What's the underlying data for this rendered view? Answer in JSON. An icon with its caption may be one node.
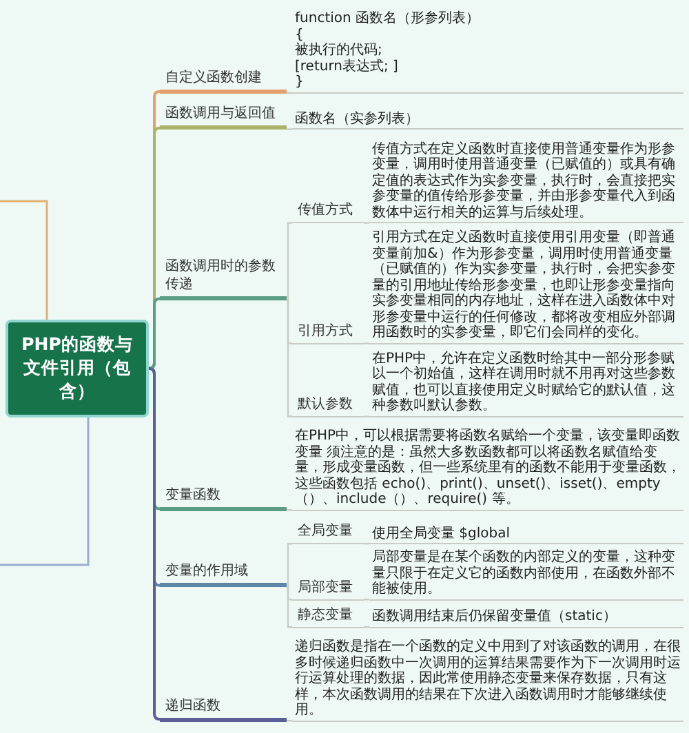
{
  "diagram": {
    "nodes": [
      {
        "text": [
          "PHP的函数与文件引用（包含）"
        ]
      },
      {
        "text": [
          "自定义函数创建"
        ]
      },
      {
        "text": [
          "function 函数名（形参列表）",
          "{",
          "被执行的代码;",
          "[return表达式; ]",
          "}"
        ]
      },
      {
        "text": [
          "函数调用与返回值"
        ]
      },
      {
        "text": [
          "函数名（实参列表）"
        ]
      },
      {
        "text": [
          "函数调用时的参数传递"
        ]
      },
      {
        "text": [
          "传值方式"
        ]
      },
      {
        "text": [
          "传值方式在定义函数时直接使用普通变量作为形参变量，调用时使用普通变量（已赋值的）或具有确定值的表达式作为实参变量，执行时，会直接把实参变量的值传给形参变量，并由形参变量代入到函数体中运行相关的运算与后续处理。"
        ]
      },
      {
        "text": [
          "引用方式"
        ]
      },
      {
        "text": [
          "引用方式在定义函数时直接使用引用变量（即普通变量前加&）作为形参变量，调用时使用普通变量（已赋值的）作为实参变量，执行时，会把实参变量的引用地址传给形参变量，也即让形参变量指向实参变量相同的内存地址，这样在进入函数体中对形参变量中运行的任何修改，都将改变相应外部调用函数时的实参变量，即它们会同样的变化。"
        ]
      },
      {
        "text": [
          "默认参数"
        ]
      },
      {
        "text": [
          "在PHP中，允许在定义函数时给其中一部分形参赋以一个初始值，这样在调用时就不用再对这些参数赋值，也可以直接使用定义时赋给它的默认值，这种参数叫默认参数。"
        ]
      },
      {
        "text": [
          "变量函数"
        ]
      },
      {
        "text": [
          "在PHP中，可以根据需要将函数名赋给一个变量，该变量即函数变量 须注意的是：虽然大多数函数都可以将函数名赋值给变量，形成变量函数，但一些系统里有的函数不能用于变量函数，这些函数包括 echo()、print()、unset()、isset()、empty（）、include（）、require() 等。"
        ]
      },
      {
        "text": [
          "变量的作用域"
        ]
      },
      {
        "text": [
          "全局变量"
        ]
      },
      {
        "text": [
          "使用全局变量 $global"
        ]
      },
      {
        "text": [
          "局部变量"
        ]
      },
      {
        "text": [
          "局部变量是在某个函数的内部定义的变量，这种变量只限于在定义它的函数内部使用，在函数外部不能被使用。"
        ]
      },
      {
        "text": [
          "静态变量"
        ]
      },
      {
        "text": [
          "函数调用结束后仍保留变量值（static）"
        ]
      },
      {
        "text": [
          "递归函数"
        ]
      },
      {
        "text": [
          "递归函数是指在一个函数的定义中用到了对该函数的调用，在很多时候递归函数中一次调用的运算结果需要作为下一次调用时运行运算处理的数据，因此常使用静态变量来保存数据，只有这样，本次函数调用的结果在下次进入函数调用时才能够继续使用。"
        ]
      }
    ],
    "edges": [
      {
        "from": 0,
        "to": 1,
        "arrow": "none",
        "color": "#e2a06c"
      },
      {
        "from": 0,
        "to": 3,
        "arrow": "none",
        "color": "#a9b36a"
      },
      {
        "from": 0,
        "to": 5,
        "arrow": "none",
        "color": "#5b9e85"
      },
      {
        "from": 0,
        "to": 12,
        "arrow": "none",
        "color": "#5b9e85"
      },
      {
        "from": 0,
        "to": 14,
        "arrow": "none",
        "color": "#5d86a8"
      },
      {
        "from": 0,
        "to": 21,
        "arrow": "none",
        "color": "#5a5f96"
      },
      {
        "from": 0,
        "to": null,
        "arrow": "none",
        "color": "#e2b070"
      },
      {
        "from": 0,
        "to": null,
        "arrow": "none",
        "color": "#9aaed0"
      },
      {
        "from": 1,
        "to": 2,
        "arrow": "none"
      },
      {
        "from": 3,
        "to": 4,
        "arrow": "none"
      },
      {
        "from": 5,
        "to": 6,
        "arrow": "none"
      },
      {
        "from": 5,
        "to": 8,
        "arrow": "none"
      },
      {
        "from": 5,
        "to": 10,
        "arrow": "none"
      },
      {
        "from": 6,
        "to": 7,
        "arrow": "none"
      },
      {
        "from": 8,
        "to": 9,
        "arrow": "none"
      },
      {
        "from": 10,
        "to": 11,
        "arrow": "none"
      },
      {
        "from": 12,
        "to": 13,
        "arrow": "none"
      },
      {
        "from": 14,
        "to": 15,
        "arrow": "none"
      },
      {
        "from": 14,
        "to": 17,
        "arrow": "none"
      },
      {
        "from": 14,
        "to": 19,
        "arrow": "none"
      },
      {
        "from": 15,
        "to": 16,
        "arrow": "none"
      },
      {
        "from": 17,
        "to": 18,
        "arrow": "none"
      },
      {
        "from": 19,
        "to": 20,
        "arrow": "none"
      },
      {
        "from": 21,
        "to": 22,
        "arrow": "none"
      }
    ]
  }
}
